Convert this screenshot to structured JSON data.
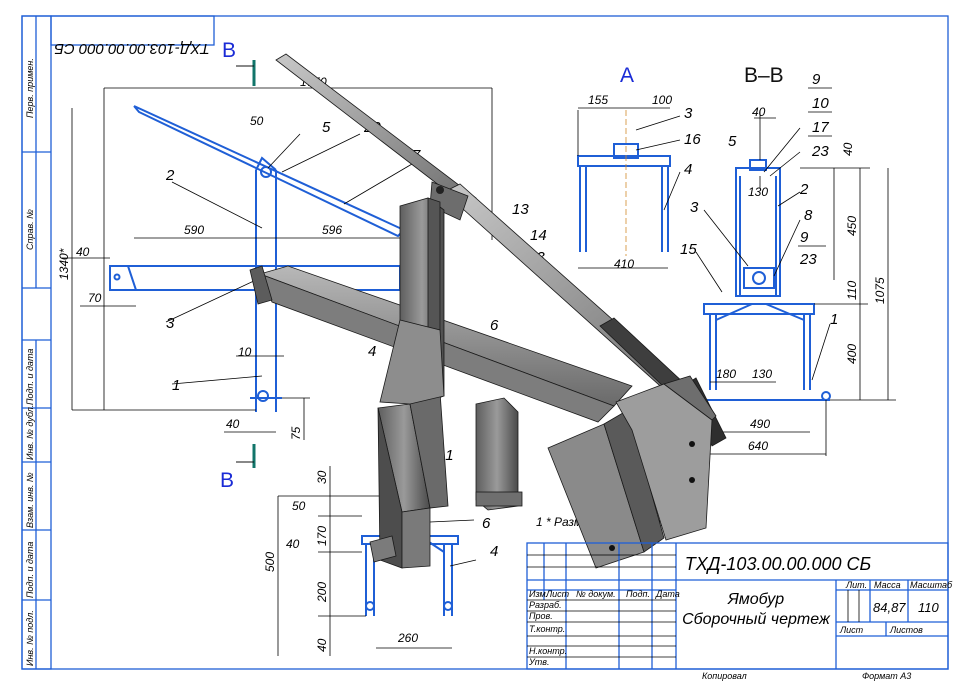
{
  "drawing": {
    "stamp_code": "ТХД-103.00.00.000 СБ",
    "side_labels": [
      "Перв. примен.",
      "Справ. №",
      "Подп. и дата",
      "Инв. № дубл.",
      "Взам. инв. №",
      "Подп. и дата",
      "Инв. № подл."
    ],
    "section_labels": {
      "b_top": "В",
      "b_bottom": "В",
      "view_a": "А",
      "section_bb": "В–В"
    },
    "front_view": {
      "dims": [
        "1750",
        "50",
        "590",
        "596",
        "40",
        "1340*",
        "70",
        "10",
        "40",
        "75"
      ],
      "positions": [
        "2",
        "5",
        "20",
        "7",
        "13",
        "14",
        "23",
        "3",
        "6",
        "4",
        "1"
      ]
    },
    "view_a": {
      "dims": [
        "155",
        "100",
        "410"
      ],
      "positions": [
        "3",
        "16",
        "4"
      ]
    },
    "section_bb": {
      "dims": [
        "40",
        "130",
        "40",
        "450",
        "110",
        "1075",
        "400",
        "180",
        "130",
        "490",
        "640"
      ],
      "positions": [
        "9",
        "10",
        "17",
        "23",
        "5",
        "2",
        "8",
        "3",
        "9",
        "23",
        "15",
        "1"
      ]
    },
    "bottom_view": {
      "dims": [
        "30",
        "50",
        "170",
        "40",
        "500",
        "200",
        "40",
        "260"
      ],
      "positions": [
        "11",
        "6",
        "4"
      ]
    },
    "note": "1 * Размер для справок"
  },
  "title_block": {
    "doc_code": "ТХД-103.00.00.000 СБ",
    "name_line1": "Ямобур",
    "name_line2": "Сборочный чертеж",
    "col_headers": [
      "Изм.",
      "Лист",
      "№ докум.",
      "Подп.",
      "Дата"
    ],
    "rows": [
      "Разраб.",
      "Пров.",
      "Т.контр.",
      "",
      "Н.контр.",
      "Утв."
    ],
    "lit_label": "Лит.",
    "mass_label": "Масса",
    "scale_label": "Масштаб",
    "mass_value": "84,87",
    "scale_value": "110",
    "sheet_label": "Лист",
    "sheets_label": "Листов",
    "copied": "Копировал",
    "format": "Формат А3"
  }
}
